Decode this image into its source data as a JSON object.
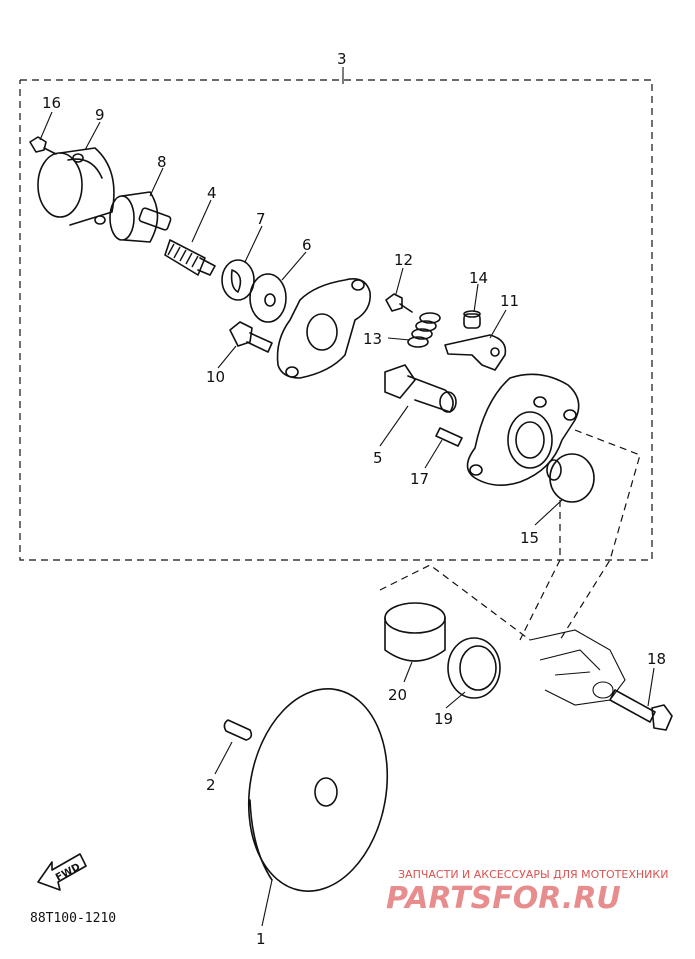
{
  "parts": {
    "p1": "1",
    "p2": "2",
    "p3": "3",
    "p4": "4",
    "p5": "5",
    "p6": "6",
    "p7": "7",
    "p8": "8",
    "p9": "9",
    "p10": "10",
    "p11": "11",
    "p12": "12",
    "p13": "13",
    "p14": "14",
    "p15": "15",
    "p16": "16",
    "p17": "17",
    "p18": "18",
    "p19": "19",
    "p20": "20"
  },
  "fwd_label": "FWD",
  "drawing_code": "88T100-1210",
  "watermark": {
    "tagline": "ЗАПЧАСТИ И АКСЕССУАРЫ ДЛЯ МОТОТЕХНИКИ",
    "brand": "PARTSFOR.RU"
  }
}
